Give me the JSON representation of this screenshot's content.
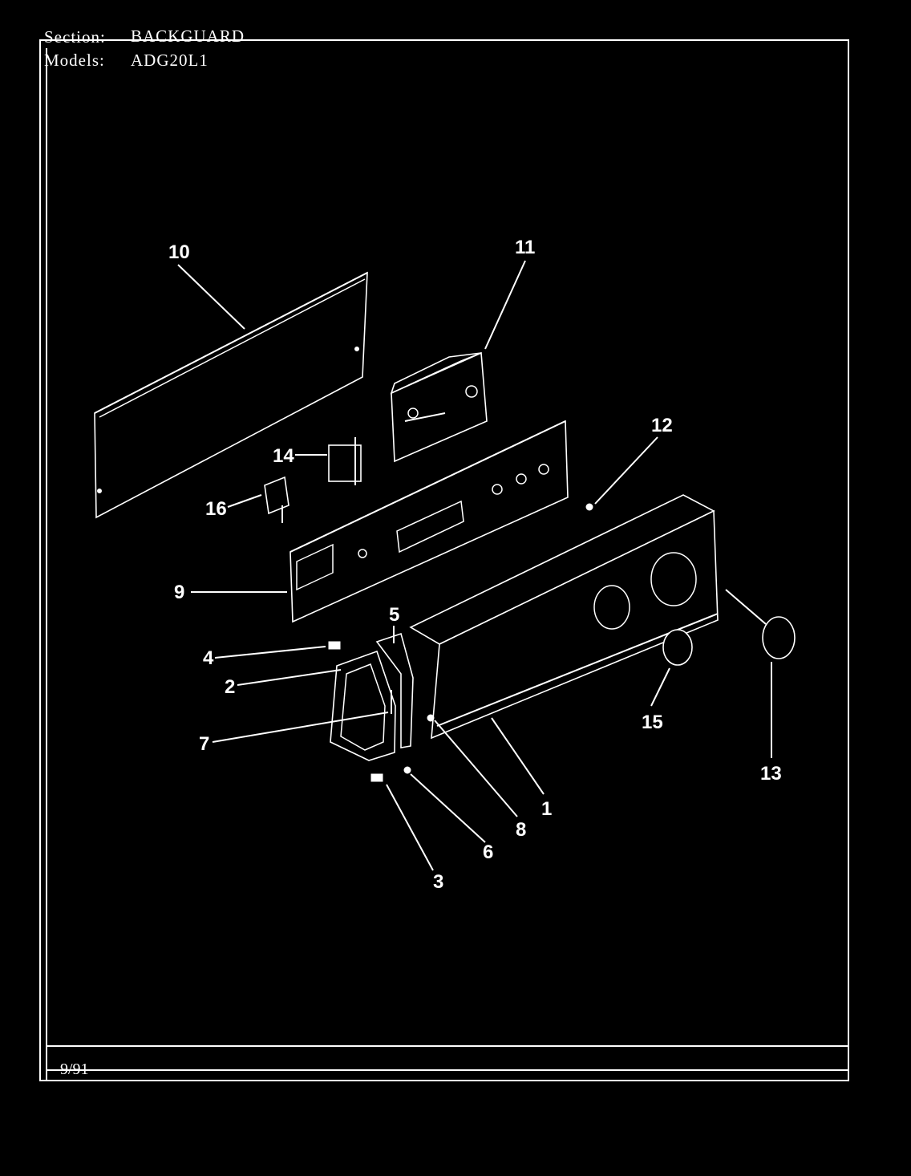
{
  "header": {
    "section_label": "Section:",
    "section_value": "BACKGUARD",
    "models_label": "Models:",
    "models_value": "ADG20L1"
  },
  "footer": {
    "date": "9/91"
  },
  "callouts": [
    "10",
    "11",
    "12",
    "14",
    "16",
    "9",
    "5",
    "4",
    "2",
    "7",
    "15",
    "13",
    "1",
    "8",
    "6",
    "3"
  ]
}
